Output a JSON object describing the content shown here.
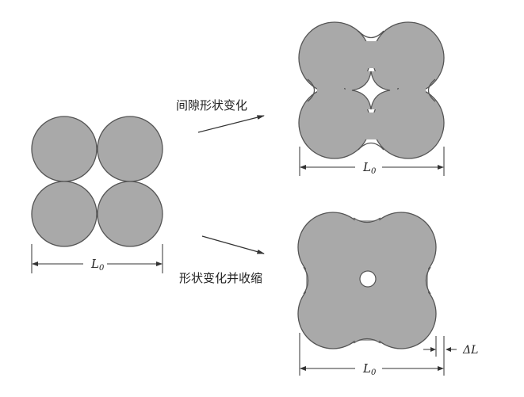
{
  "labels": {
    "pore_shape_change": "间隙形状变化",
    "shape_change_and_shrink": "形状变化并收缩",
    "length": {
      "symbol": "L",
      "subscript": "0"
    },
    "delta": "ΔL"
  },
  "colors": {
    "particle_fill": "#a9a9a9",
    "outline": "#555555",
    "line": "#333333"
  }
}
